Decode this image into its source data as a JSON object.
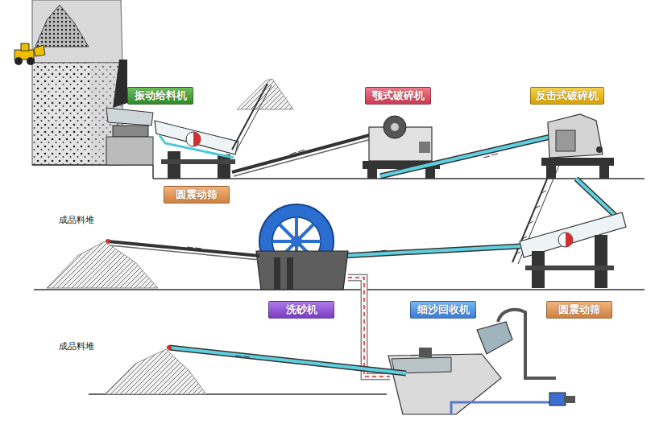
{
  "diagram": {
    "nodes": [
      {
        "text": [
          "振动给料机"
        ]
      },
      {
        "text": [
          "颚式破碎机"
        ]
      },
      {
        "text": [
          "反击式破碎机"
        ]
      },
      {
        "text": [
          "圆震动筛"
        ]
      },
      {
        "text": [
          "洗砂机"
        ]
      },
      {
        "text": [
          "细沙回收机"
        ]
      },
      {
        "text": [
          "圆震动筛"
        ]
      }
    ],
    "labels": [
      "成品料堆",
      "成品料堆"
    ]
  }
}
